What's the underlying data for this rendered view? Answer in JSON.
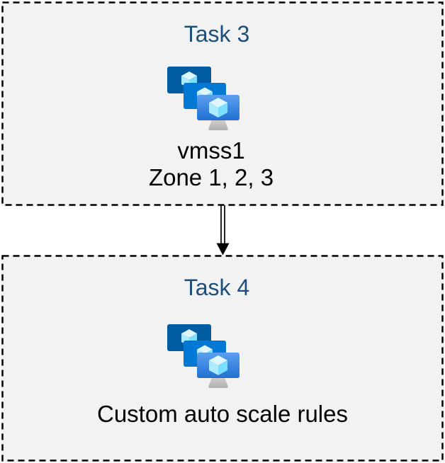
{
  "page": {
    "background": "#FFFFFF"
  },
  "boxes": [
    {
      "title": "Task 3",
      "icon": "vmss-icon",
      "labels": [
        "vmss1",
        "Zone 1, 2, 3"
      ]
    },
    {
      "title": "Task 4",
      "icon": "vmss-icon",
      "labels": [
        "Custom auto scale rules"
      ]
    }
  ],
  "connector": {
    "type": "double-line-arrow",
    "direction": "down"
  },
  "colors": {
    "box_fill": "#F2F2F2",
    "box_border": "#000000",
    "heading_text": "#1F4E79",
    "body_text": "#000000",
    "arrow": "#000000",
    "monitor_back": "#005BA1",
    "monitor_middle": "#0078D4",
    "monitor_front_top": "#5C9FEF",
    "monitor_front_bottom": "#2071D3",
    "cube_top": "#DFF6FF",
    "cube_left": "#AEEBFF",
    "cube_right": "#7BE0FF",
    "stand_light": "#D6D6D6",
    "stand_dark": "#AFAFAF"
  }
}
